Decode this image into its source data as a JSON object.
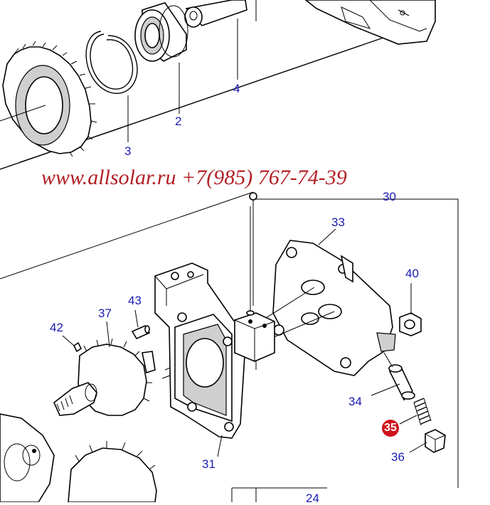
{
  "watermark": "www.allsolar.ru +7(985) 767-74-39",
  "callouts": {
    "c2": "2",
    "c3": "3",
    "c4": "4",
    "c24": "24",
    "c30": "30",
    "c31": "31",
    "c33": "33",
    "c34": "34",
    "c35": "35",
    "c36": "36",
    "c37": "37",
    "c40": "40",
    "c42": "42",
    "c43": "43"
  },
  "colors": {
    "callout": "#1a1ab4",
    "highlight": "#d0121b",
    "watermark": "#b21f24"
  }
}
